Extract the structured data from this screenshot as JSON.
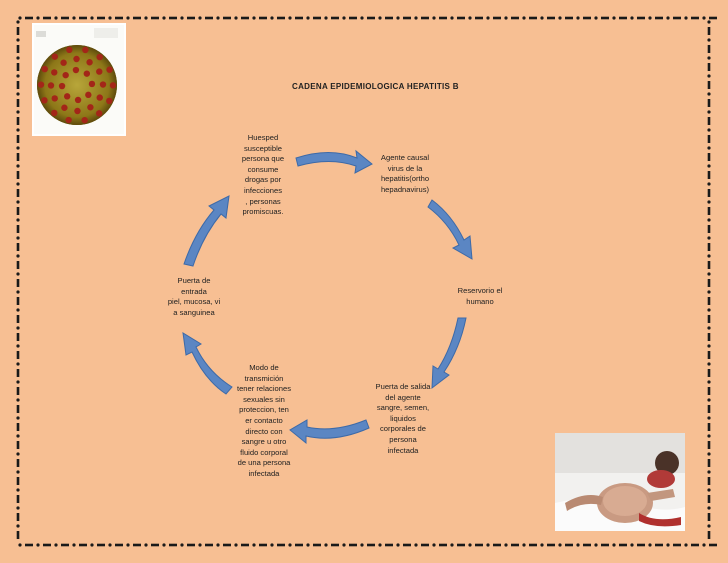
{
  "title": "CADENA EPIDEMIOLOGICA HEPATITIS B",
  "nodes": {
    "huesped": "Huesped\nsusceptible\npersona que\nconsume\ndrogas por\ninfecciones\n, personas\npromiscuas.",
    "agente": "Agente causal\nvirus de la\nhepatitis(ortho\nhepadnavirus)",
    "reservorio": "Reservorio el\nhumano",
    "salida": "Puerta de salida\ndel agente\nsangre, semen,\nliquidos\ncorporales de\npersona\ninfectada",
    "modo": "Modo de\ntransmición\ntener relaciones\nsexuales sin\nproteccion, ten\ner contacto\ndirecto con\nsangre u otro\nfluido corporal\nde una persona\ninfectada",
    "entrada": "Puerta de\nentrada\npiel, mucosa, vi\na sanguinea"
  },
  "colors": {
    "background": "#f7bf93",
    "arrow_fill": "#5b86c3",
    "arrow_stroke": "#3d6aa8",
    "border_dots": "#1a1a1a"
  },
  "icons": {
    "virus_photo": "hepatitis-b-virus-image",
    "child_photo": "infected-child-image"
  }
}
